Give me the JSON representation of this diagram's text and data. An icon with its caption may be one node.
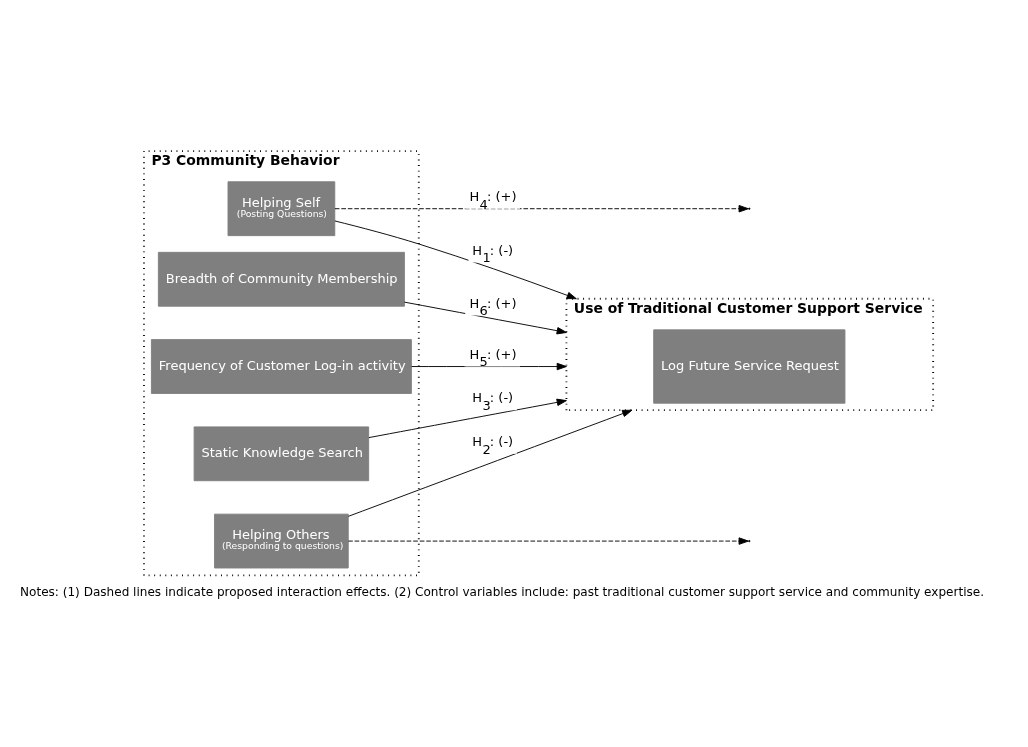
{
  "diagram": {
    "caption": "Notes: (1) Dashed lines indicate proposed interaction effects. (2) Control variables include: past traditional customer support service and community expertise.",
    "nodes": [
      {
        "text": [
          "P3 Community Behavior"
        ]
      },
      {
        "text": [
          "Helping Self",
          "(Posting Questions)"
        ],
        "in": 0
      },
      {
        "text": [
          "Helping Others",
          "(Responding to questions)"
        ],
        "in": 0
      },
      {
        "text": [
          "Static Knowledge Search"
        ],
        "in": 0
      },
      {
        "text": [
          "Frequency of Customer Log-in activity"
        ],
        "in": 0
      },
      {
        "text": [
          "Breadth of Community Membership"
        ],
        "in": 0
      },
      {
        "text": [
          "Use of Traditional Customer Support Service"
        ]
      },
      {
        "text": [
          "Log Future Service Request"
        ],
        "in": 6
      }
    ],
    "edges": [
      {
        "from": 1,
        "to": 6,
        "arrow": "to",
        "label": "H$_{1}$: (-)"
      },
      {
        "from": 2,
        "to": 6,
        "arrow": "to",
        "label": "H$_{2}$: (-)"
      },
      {
        "from": 3,
        "to": 6,
        "arrow": "to",
        "label": "H$_{3}$: (-)"
      },
      {
        "from": 4,
        "to": 6,
        "arrow": "to",
        "label": "H$_{5}$: (+)"
      },
      {
        "from": 5,
        "to": 6,
        "arrow": "to",
        "label": "H$_{6}$: (+)"
      },
      {
        "from": 1,
        "to": null,
        "arrow": "to",
        "style": "dashed",
        "label": "H$_{4}$: (+)"
      },
      {
        "from": 2,
        "to": null,
        "arrow": "to",
        "style": "dashed"
      }
    ]
  }
}
